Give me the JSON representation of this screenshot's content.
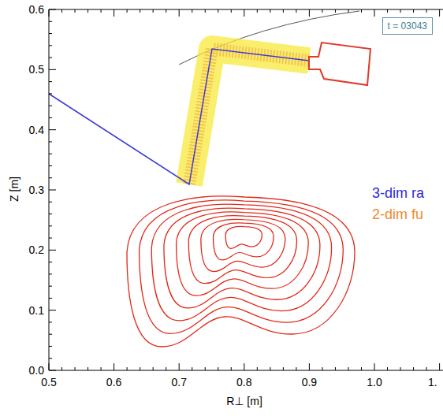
{
  "diagram": {
    "nodes": [
      {
        "text": [
          "t = 03043"
        ]
      }
    ],
    "labels": [
      "0.6",
      "0.5",
      "0.4",
      "0.3",
      "0.2",
      "0.1",
      "0.0",
      "Z [m]",
      "0.5",
      "0.6",
      "0.7",
      "0.8",
      "0.9",
      "1.0",
      "1.",
      "R⊥ [m]",
      "3-dim ra",
      "2-dim fu"
    ]
  }
}
